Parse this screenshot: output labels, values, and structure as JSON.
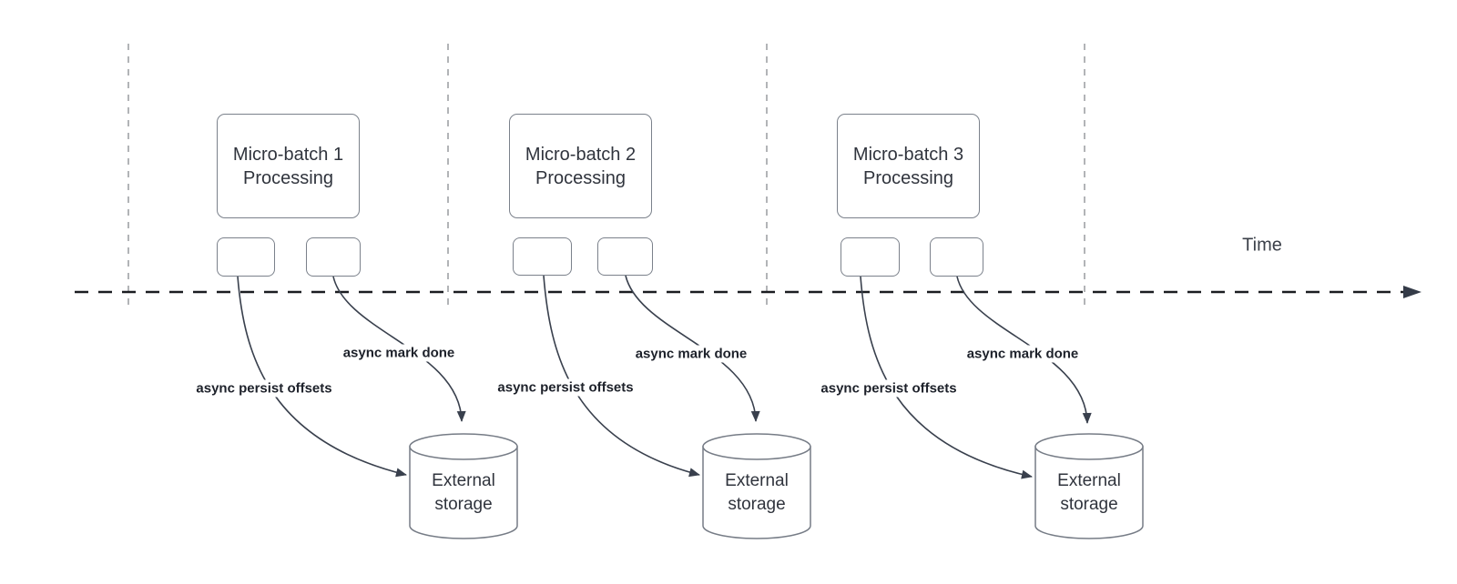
{
  "timeline": {
    "label": "Time"
  },
  "batches": [
    {
      "label_lines": [
        "Micro-batch 1",
        "Processing"
      ],
      "persist_label": "async persist offsets",
      "mark_done_label": "async mark done",
      "storage_label_lines": [
        "External",
        "storage"
      ]
    },
    {
      "label_lines": [
        "Micro-batch 2",
        "Processing"
      ],
      "persist_label": "async persist offsets",
      "mark_done_label": "async mark done",
      "storage_label_lines": [
        "External",
        "storage"
      ]
    },
    {
      "label_lines": [
        "Micro-batch 3",
        "Processing"
      ],
      "persist_label": "async persist offsets",
      "mark_done_label": "async mark done",
      "storage_label_lines": [
        "External",
        "storage"
      ]
    }
  ],
  "colors": {
    "background": "#ffffff",
    "shape_border": "#7b818b",
    "shape_text": "#30343d",
    "edge_stroke": "#39404d",
    "edge_label_text": "#1d212a",
    "timeline_stroke": "#1b1d21",
    "lane_divider": "#b2b4b7"
  }
}
